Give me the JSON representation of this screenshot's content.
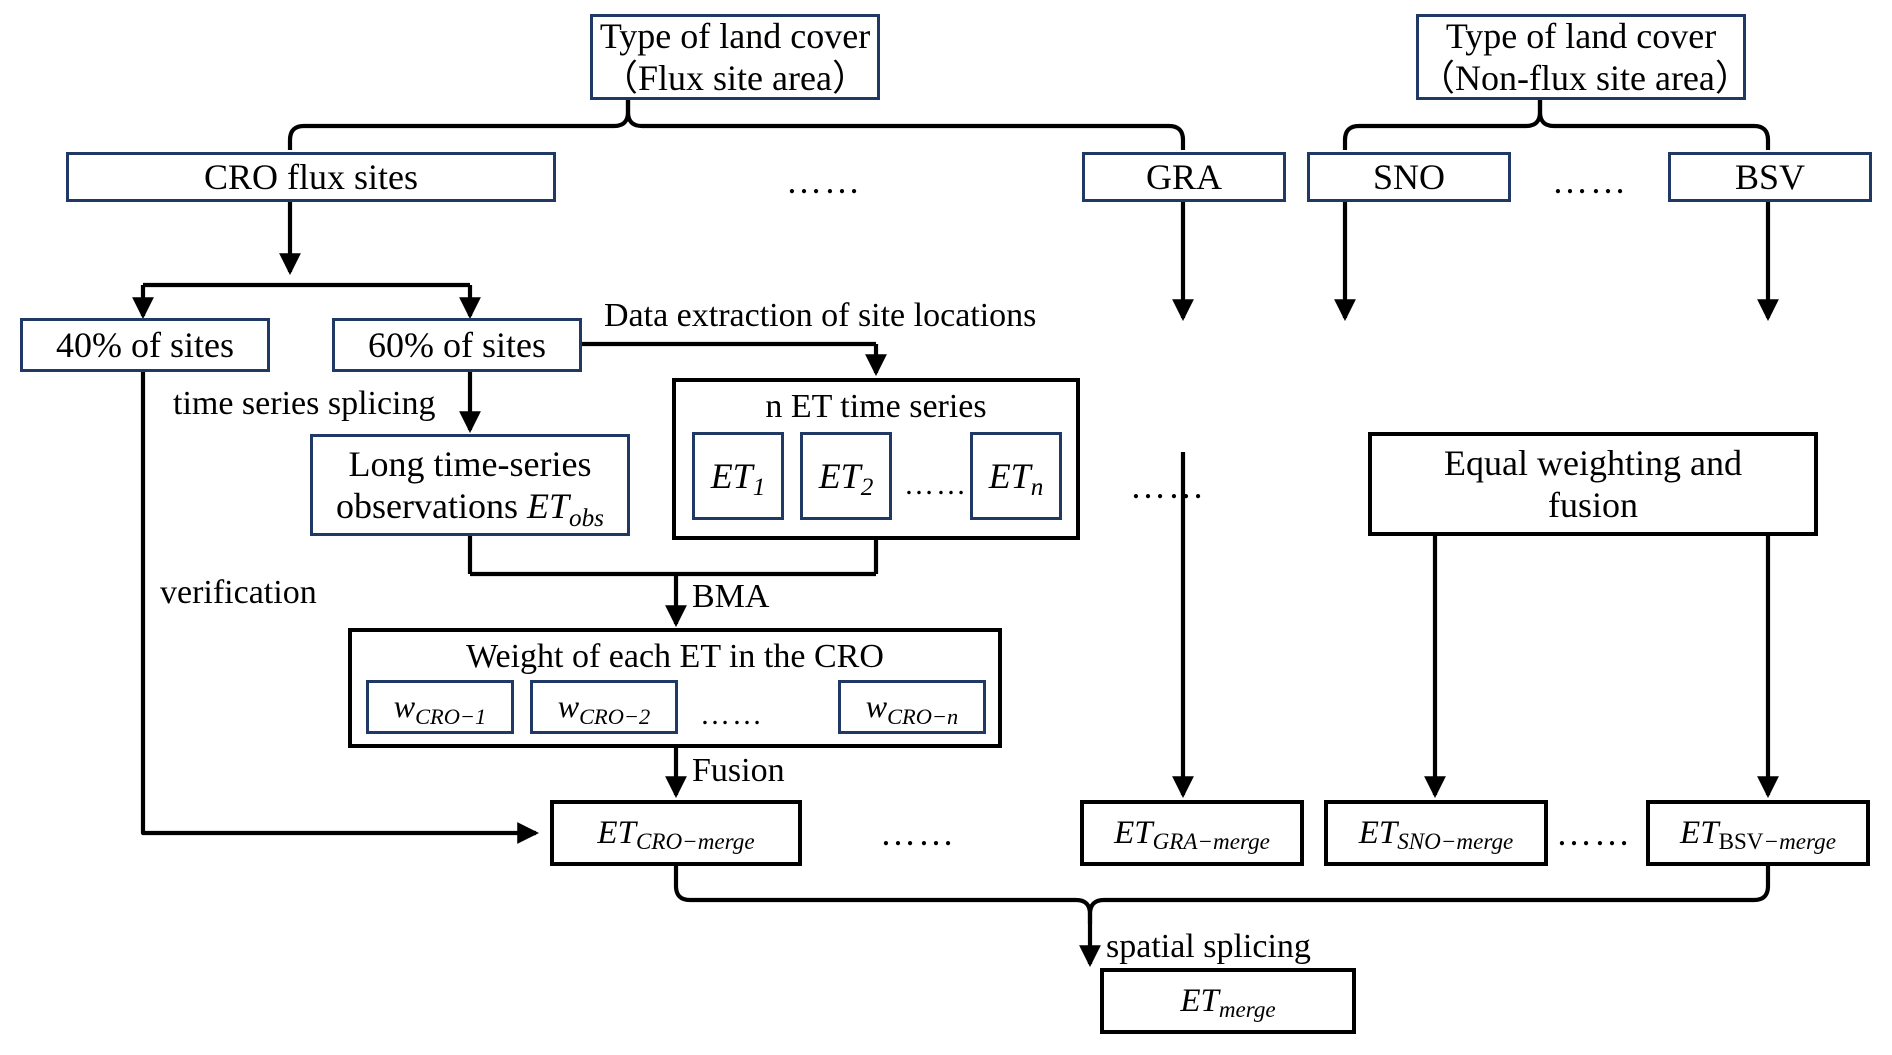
{
  "diagram": {
    "title": "ET fusion workflow flowchart",
    "colors": {
      "navy_border": "#1F3864",
      "black_border": "#000000",
      "background": "#FFFFFF"
    },
    "ellipsis": "……"
  },
  "nodes": {
    "top_flux": {
      "line1": "Type of land cover",
      "line2": "（Flux site area）"
    },
    "top_nonflux": {
      "line1": "Type of land cover",
      "line2": "（Non-flux site area）"
    },
    "cro_sites": {
      "label": "CRO flux sites"
    },
    "gra": {
      "label": "GRA"
    },
    "sno": {
      "label": "SNO"
    },
    "bsv": {
      "label": "BSV"
    },
    "sites40": {
      "label": "40% of sites"
    },
    "sites60": {
      "label": "60% of sites"
    },
    "long_obs": {
      "line1": "Long time-series",
      "line2_pre": "observations ",
      "line2_sym": "ET",
      "line2_sub": "obs"
    },
    "et_series_group": {
      "title": "n ET time series",
      "items": [
        {
          "sym": "ET",
          "sub": "1"
        },
        {
          "sym": "ET",
          "sub": "2"
        },
        {
          "sym": "ET",
          "sub": "n"
        }
      ]
    },
    "weight_group": {
      "title": "Weight of each ET in the CRO",
      "items": [
        {
          "sym": "w",
          "sub": "CRO−1"
        },
        {
          "sym": "w",
          "sub": "CRO−2"
        },
        {
          "sym": "w",
          "sub": "CRO−n"
        }
      ]
    },
    "equal_weighting": {
      "line1": "Equal weighting and",
      "line2": "fusion"
    },
    "et_cro_merge": {
      "sym": "ET",
      "sub": "CRO−merge"
    },
    "et_gra_merge": {
      "sym": "ET",
      "sub": "GRA−merge"
    },
    "et_sno_merge": {
      "sym": "ET",
      "sub": "SNO−merge"
    },
    "et_bsv_merge": {
      "sym": "ET",
      "sub_upright": "BSV",
      "sub_rest": "−merge"
    },
    "et_merge": {
      "sym": "ET",
      "sub": "merge"
    }
  },
  "edge_labels": {
    "data_extraction": "Data extraction of site locations",
    "time_series_splicing": "time series splicing",
    "verification": "verification",
    "bma": "BMA",
    "fusion": "Fusion",
    "spatial_splicing": "spatial splicing"
  },
  "ellipses": {
    "top_row_left": "……",
    "top_row_right": "……",
    "et_series": "……",
    "weights": "……",
    "middle_column": "……",
    "merge_row_left": "……",
    "merge_row_right": "……"
  }
}
